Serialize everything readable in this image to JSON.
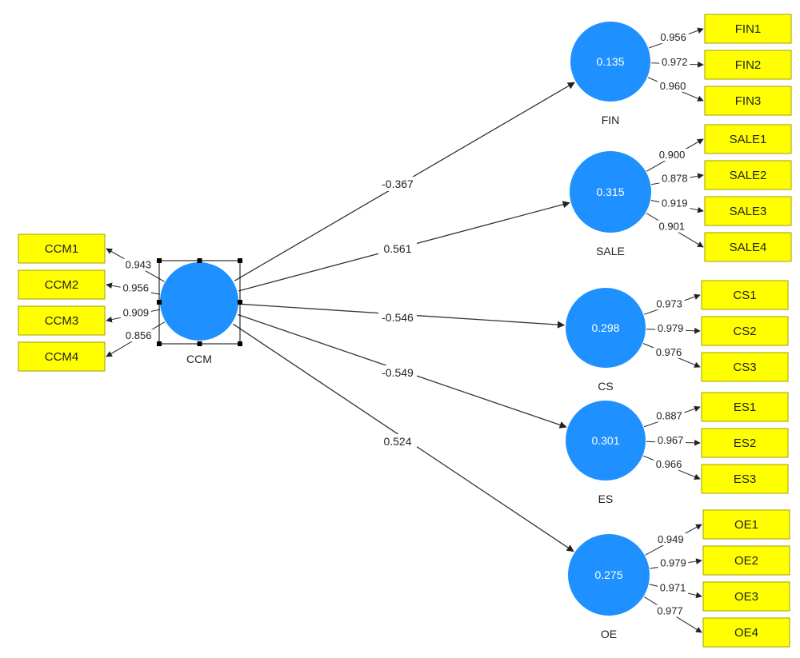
{
  "colors": {
    "latent": "#1e90ff",
    "indicator": "#ffff00",
    "indicator_border": "#a0a000",
    "line": "#333333"
  },
  "latents": [
    {
      "id": "CCM",
      "name": "CCM",
      "value": ""
    },
    {
      "id": "FIN",
      "name": "FIN",
      "value": "0.135"
    },
    {
      "id": "SALE",
      "name": "SALE",
      "value": "0.315"
    },
    {
      "id": "CS",
      "name": "CS",
      "value": "0.298"
    },
    {
      "id": "ES",
      "name": "ES",
      "value": "0.301"
    },
    {
      "id": "OE",
      "name": "OE",
      "value": "0.275"
    }
  ],
  "paths": [
    {
      "to": "FIN",
      "label": "-0.367"
    },
    {
      "to": "SALE",
      "label": "0.561"
    },
    {
      "to": "CS",
      "label": "-0.546"
    },
    {
      "to": "ES",
      "label": "-0.549"
    },
    {
      "to": "OE",
      "label": "0.524"
    }
  ],
  "indicators": [
    {
      "lv": "CCM",
      "name": "CCM1",
      "loading": "0.943"
    },
    {
      "lv": "CCM",
      "name": "CCM2",
      "loading": "0.956"
    },
    {
      "lv": "CCM",
      "name": "CCM3",
      "loading": "0.909"
    },
    {
      "lv": "CCM",
      "name": "CCM4",
      "loading": "0.856"
    },
    {
      "lv": "FIN",
      "name": "FIN1",
      "loading": "0.956"
    },
    {
      "lv": "FIN",
      "name": "FIN2",
      "loading": "0.972"
    },
    {
      "lv": "FIN",
      "name": "FIN3",
      "loading": "0.960"
    },
    {
      "lv": "SALE",
      "name": "SALE1",
      "loading": "0.900"
    },
    {
      "lv": "SALE",
      "name": "SALE2",
      "loading": "0.878"
    },
    {
      "lv": "SALE",
      "name": "SALE3",
      "loading": "0.919"
    },
    {
      "lv": "SALE",
      "name": "SALE4",
      "loading": "0.901"
    },
    {
      "lv": "CS",
      "name": "CS1",
      "loading": "0.973"
    },
    {
      "lv": "CS",
      "name": "CS2",
      "loading": "0.979"
    },
    {
      "lv": "CS",
      "name": "CS3",
      "loading": "0.976"
    },
    {
      "lv": "ES",
      "name": "ES1",
      "loading": "0.887"
    },
    {
      "lv": "ES",
      "name": "ES2",
      "loading": "0.967"
    },
    {
      "lv": "ES",
      "name": "ES3",
      "loading": "0.966"
    },
    {
      "lv": "OE",
      "name": "OE1",
      "loading": "0.949"
    },
    {
      "lv": "OE",
      "name": "OE2",
      "loading": "0.979"
    },
    {
      "lv": "OE",
      "name": "OE3",
      "loading": "0.971"
    },
    {
      "lv": "OE",
      "name": "OE4",
      "loading": "0.977"
    }
  ]
}
